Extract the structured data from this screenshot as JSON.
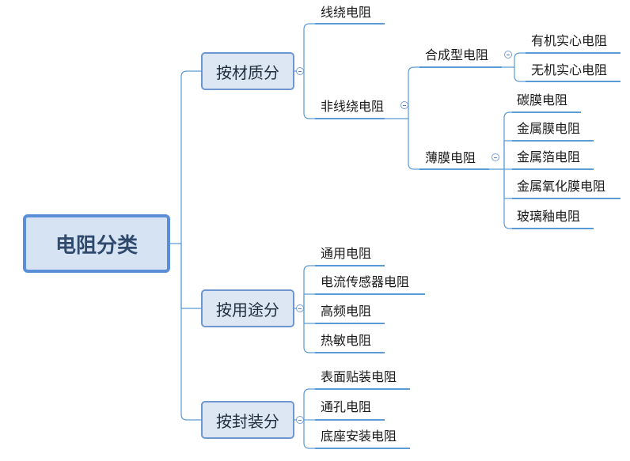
{
  "root": {
    "label": "电阻分类"
  },
  "branches": [
    {
      "label": "按材质分",
      "children": [
        {
          "label": "线绕电阻"
        },
        {
          "label": "非线绕电阻",
          "children": [
            {
              "label": "合成型电阻",
              "children": [
                {
                  "label": "有机实心电阻"
                },
                {
                  "label": "无机实心电阻"
                }
              ]
            },
            {
              "label": "薄膜电阻",
              "children": [
                {
                  "label": "碳膜电阻"
                },
                {
                  "label": "金属膜电阻"
                },
                {
                  "label": "金属箔电阻"
                },
                {
                  "label": "金属氧化膜电阻"
                },
                {
                  "label": "玻璃釉电阻"
                }
              ]
            }
          ]
        }
      ]
    },
    {
      "label": "按用途分",
      "children": [
        {
          "label": "通用电阻"
        },
        {
          "label": "电流传感器电阻"
        },
        {
          "label": "高频电阻"
        },
        {
          "label": "热敏电阻"
        }
      ]
    },
    {
      "label": "按封装分",
      "children": [
        {
          "label": "表面贴装电阻"
        },
        {
          "label": "通孔电阻"
        },
        {
          "label": "底座安装电阻"
        }
      ]
    }
  ],
  "colors": {
    "connector": "#5b9bd5",
    "root_fill": "#d6e3f3",
    "root_border": "#5b8ed6",
    "branch_fill": "#dde7f4",
    "branch_border": "#6f97cf"
  },
  "toggle_icon": "collapse-minus-icon"
}
